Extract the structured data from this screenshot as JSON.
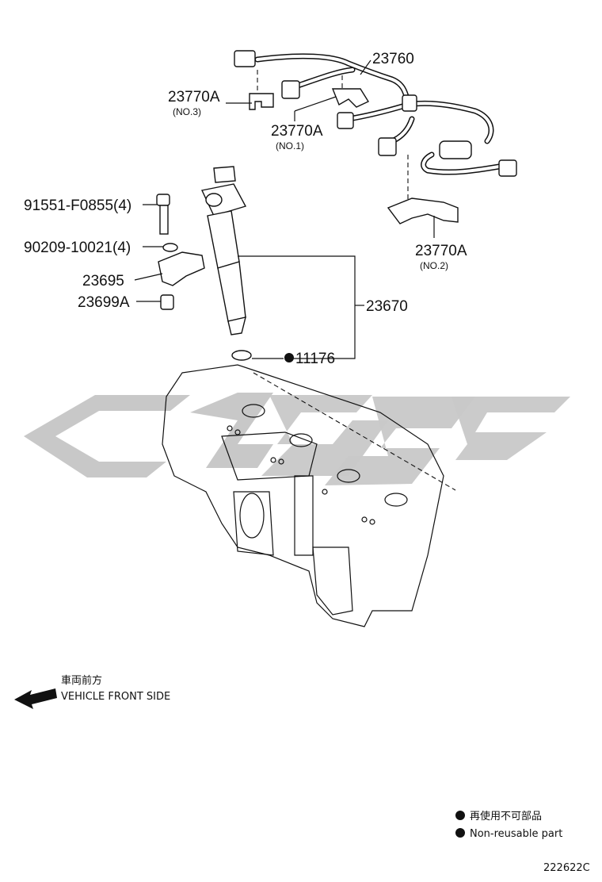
{
  "diagram": {
    "parts": [
      {
        "id": "23760",
        "label": "23760"
      },
      {
        "id": "23770A-no3",
        "label": "23770A",
        "sub": "(NO.3)"
      },
      {
        "id": "23770A-no1",
        "label": "23770A",
        "sub": "(NO.1)"
      },
      {
        "id": "23770A-no2",
        "label": "23770A",
        "sub": "(NO.2)"
      },
      {
        "id": "91551",
        "label": "91551-F0855(4)"
      },
      {
        "id": "90209",
        "label": "90209-10021(4)"
      },
      {
        "id": "23695",
        "label": "23695"
      },
      {
        "id": "23699A",
        "label": "23699A"
      },
      {
        "id": "23670",
        "label": "23670"
      },
      {
        "id": "11176",
        "label": "11176",
        "non_reusable": true
      }
    ],
    "front_side": {
      "japanese": "車両前方",
      "english": "VEHICLE FRONT SIDE",
      "icon": "arrow-left-icon"
    },
    "legend": {
      "japanese": "再使用不可部品",
      "english": "Non-reusable part",
      "icon": "filled-circle-icon"
    },
    "diagram_code": "222622C",
    "colors": {
      "ink": "#111111",
      "watermark": "#c8c8c8"
    }
  }
}
